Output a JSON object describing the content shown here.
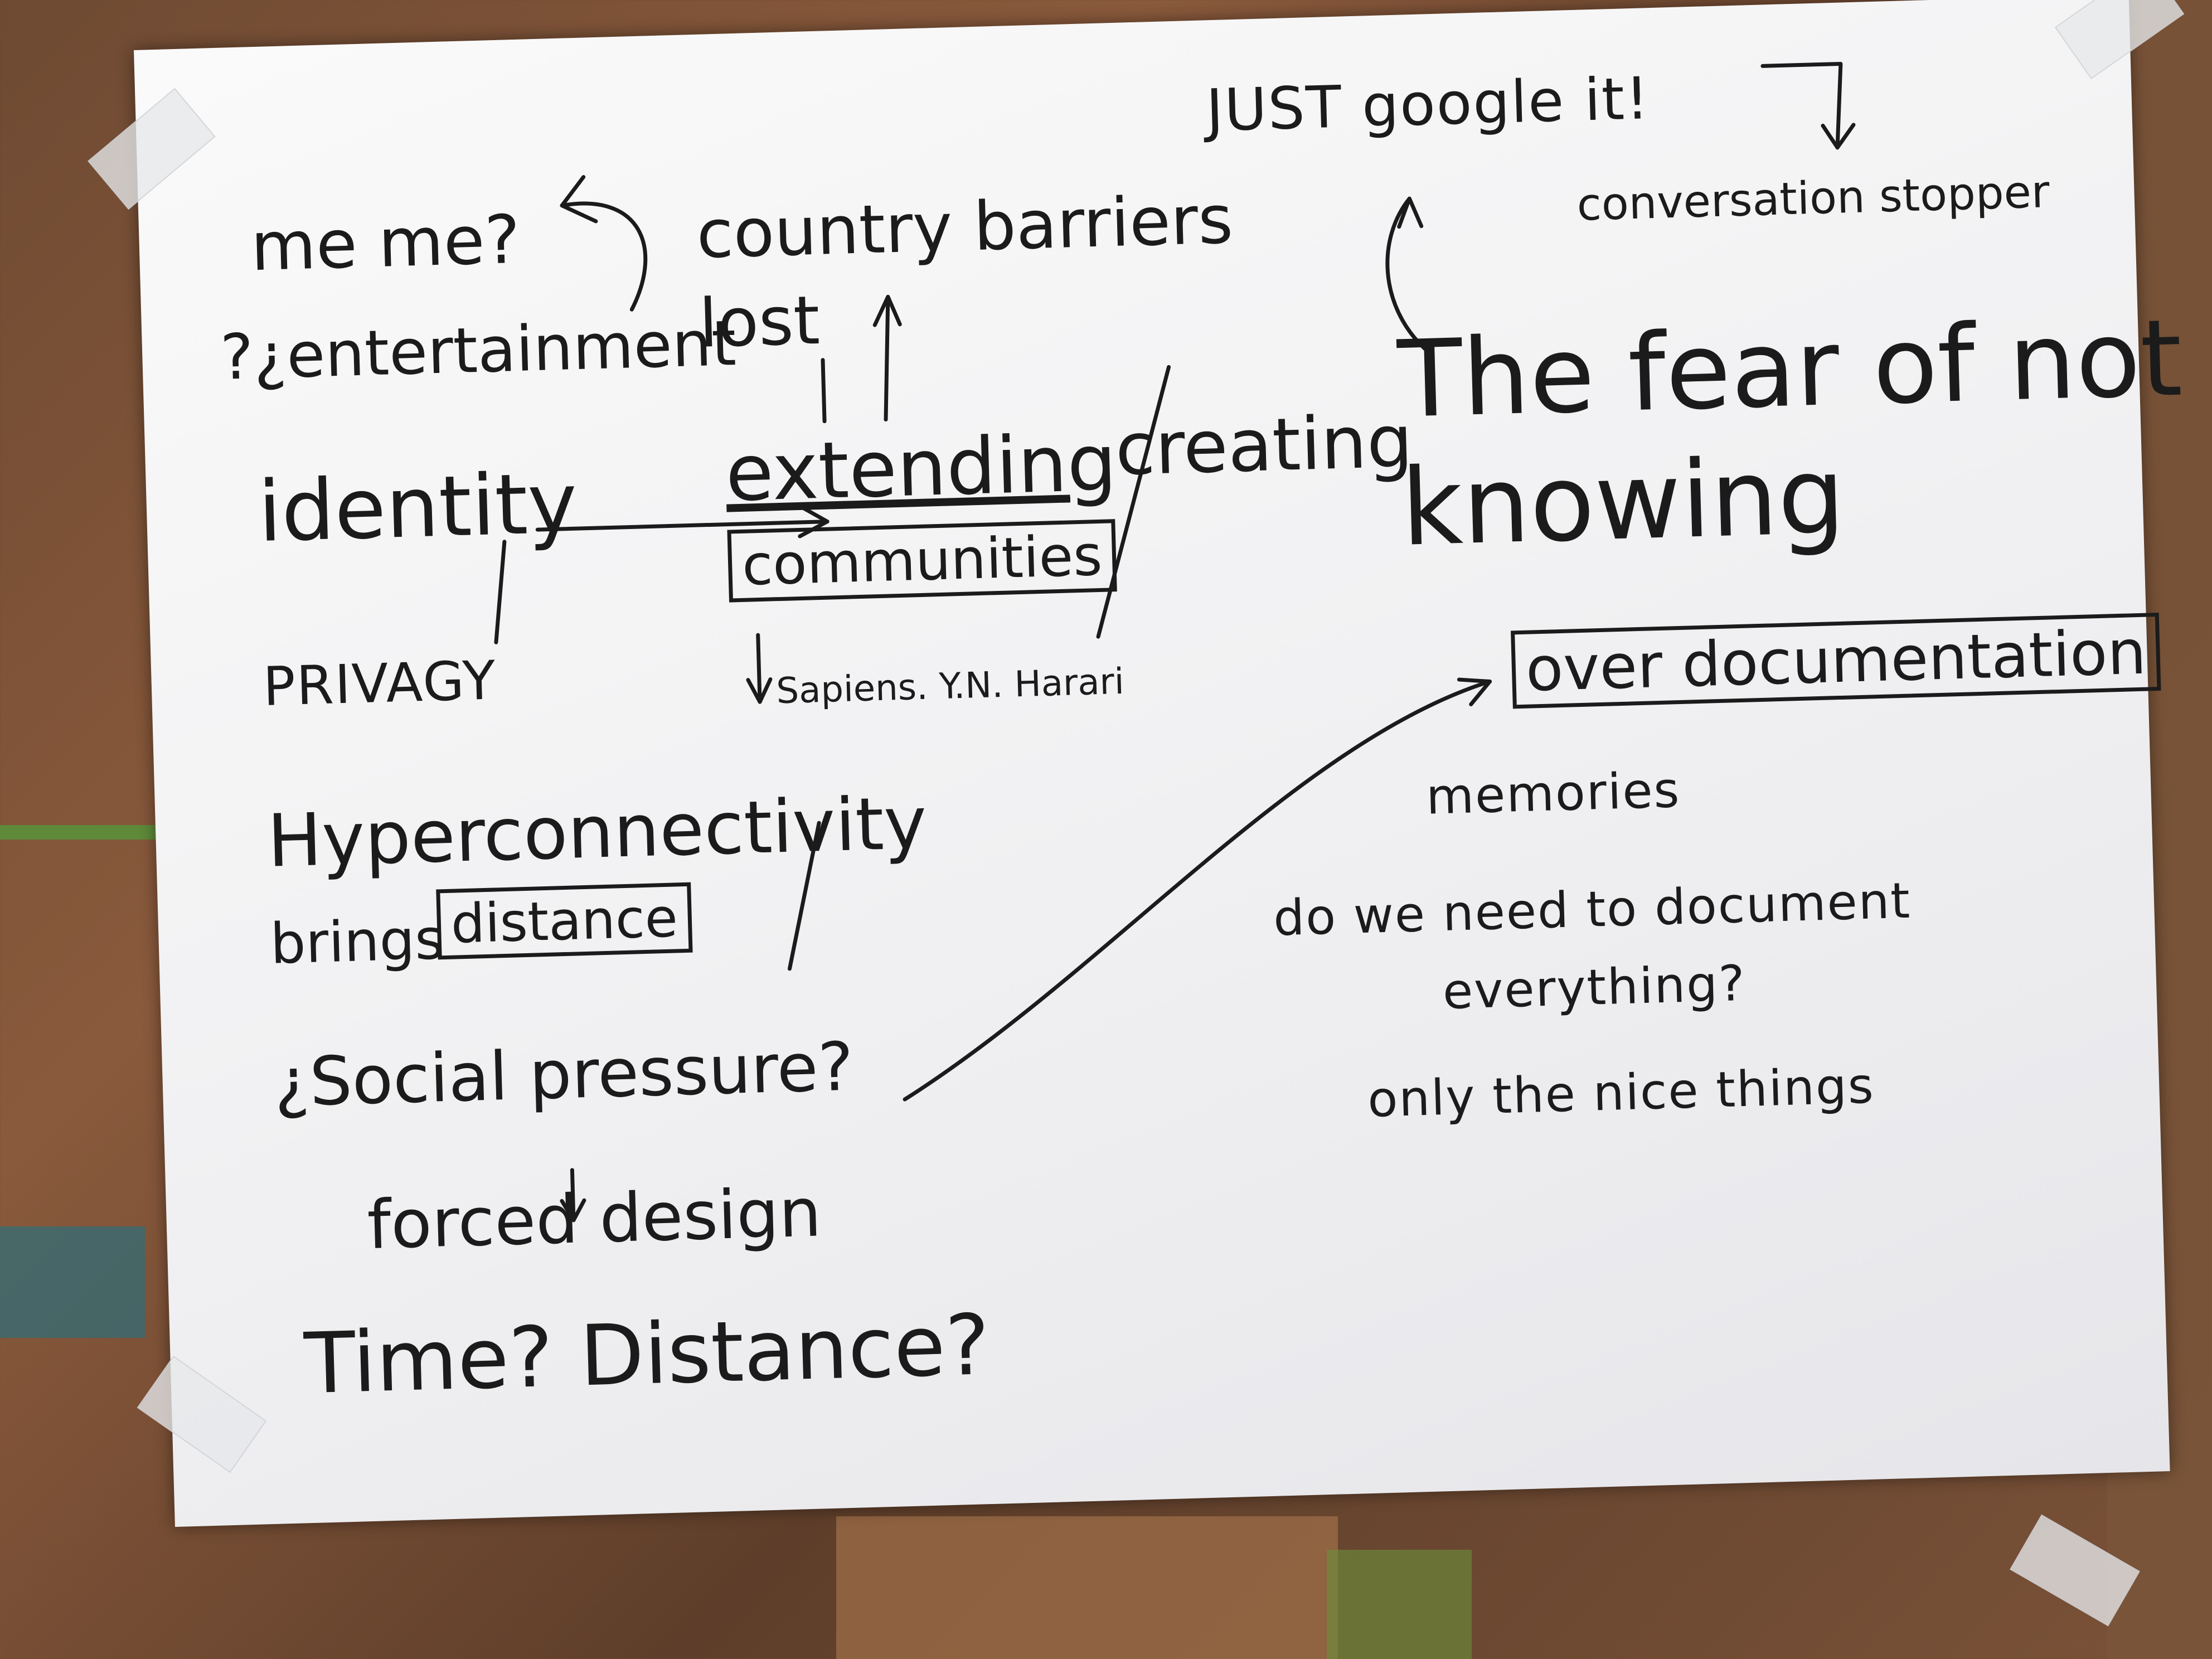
{
  "poster": {
    "words": {
      "me_me": "me me?",
      "entertainment": "?¿entertainment",
      "country_barriers": "country barriers",
      "lost": "lost",
      "identity": "identity",
      "extending": "extending",
      "communities": "communities",
      "creating": "creating",
      "privacy": "PRIVAGY",
      "sapiens": "Sapiens. Y.N. Harari",
      "hyperconnectivity": "Hyperconnectivity",
      "brings": "brings",
      "distance_boxed": "distance",
      "social_pressure": "¿Social pressure?",
      "forced_design": "forced design",
      "time_distance": "Time? Distance?",
      "just_google_it": "JUST google it!",
      "conversation_stopper": "conversation stopper",
      "fear_line1": "The fear of not",
      "fear_line2": "knowing",
      "over_documentation": "over documentation",
      "memories": "memories",
      "do_we_need": "do we need to document",
      "everything": "everything?",
      "only_nice": "only the nice things"
    }
  }
}
